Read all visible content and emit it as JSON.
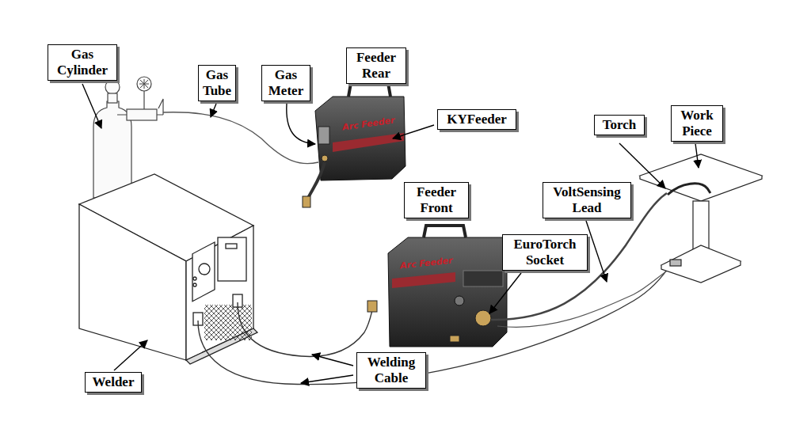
{
  "diagram": {
    "nodes": [
      {
        "text": [
          "Gas Cylinder"
        ]
      },
      {
        "text": [
          "Feeder Rear"
        ]
      },
      {
        "text": [
          "Gas Tube"
        ]
      },
      {
        "text": [
          "Gas Meter"
        ]
      },
      {
        "text": [
          "Work Piece"
        ]
      },
      {
        "text": [
          "KYFeeder"
        ]
      },
      {
        "text": [
          "Torch"
        ]
      },
      {
        "text": [
          "Feeder Front"
        ]
      },
      {
        "text": [
          "VoltSensing Lead"
        ]
      },
      {
        "text": [
          "EuroTorch Socket"
        ]
      },
      {
        "text": [
          "Welding Cable"
        ]
      },
      {
        "text": [
          "Welder"
        ]
      }
    ],
    "labels": [
      "Arc Feeder",
      "Arc Feeder"
    ]
  }
}
